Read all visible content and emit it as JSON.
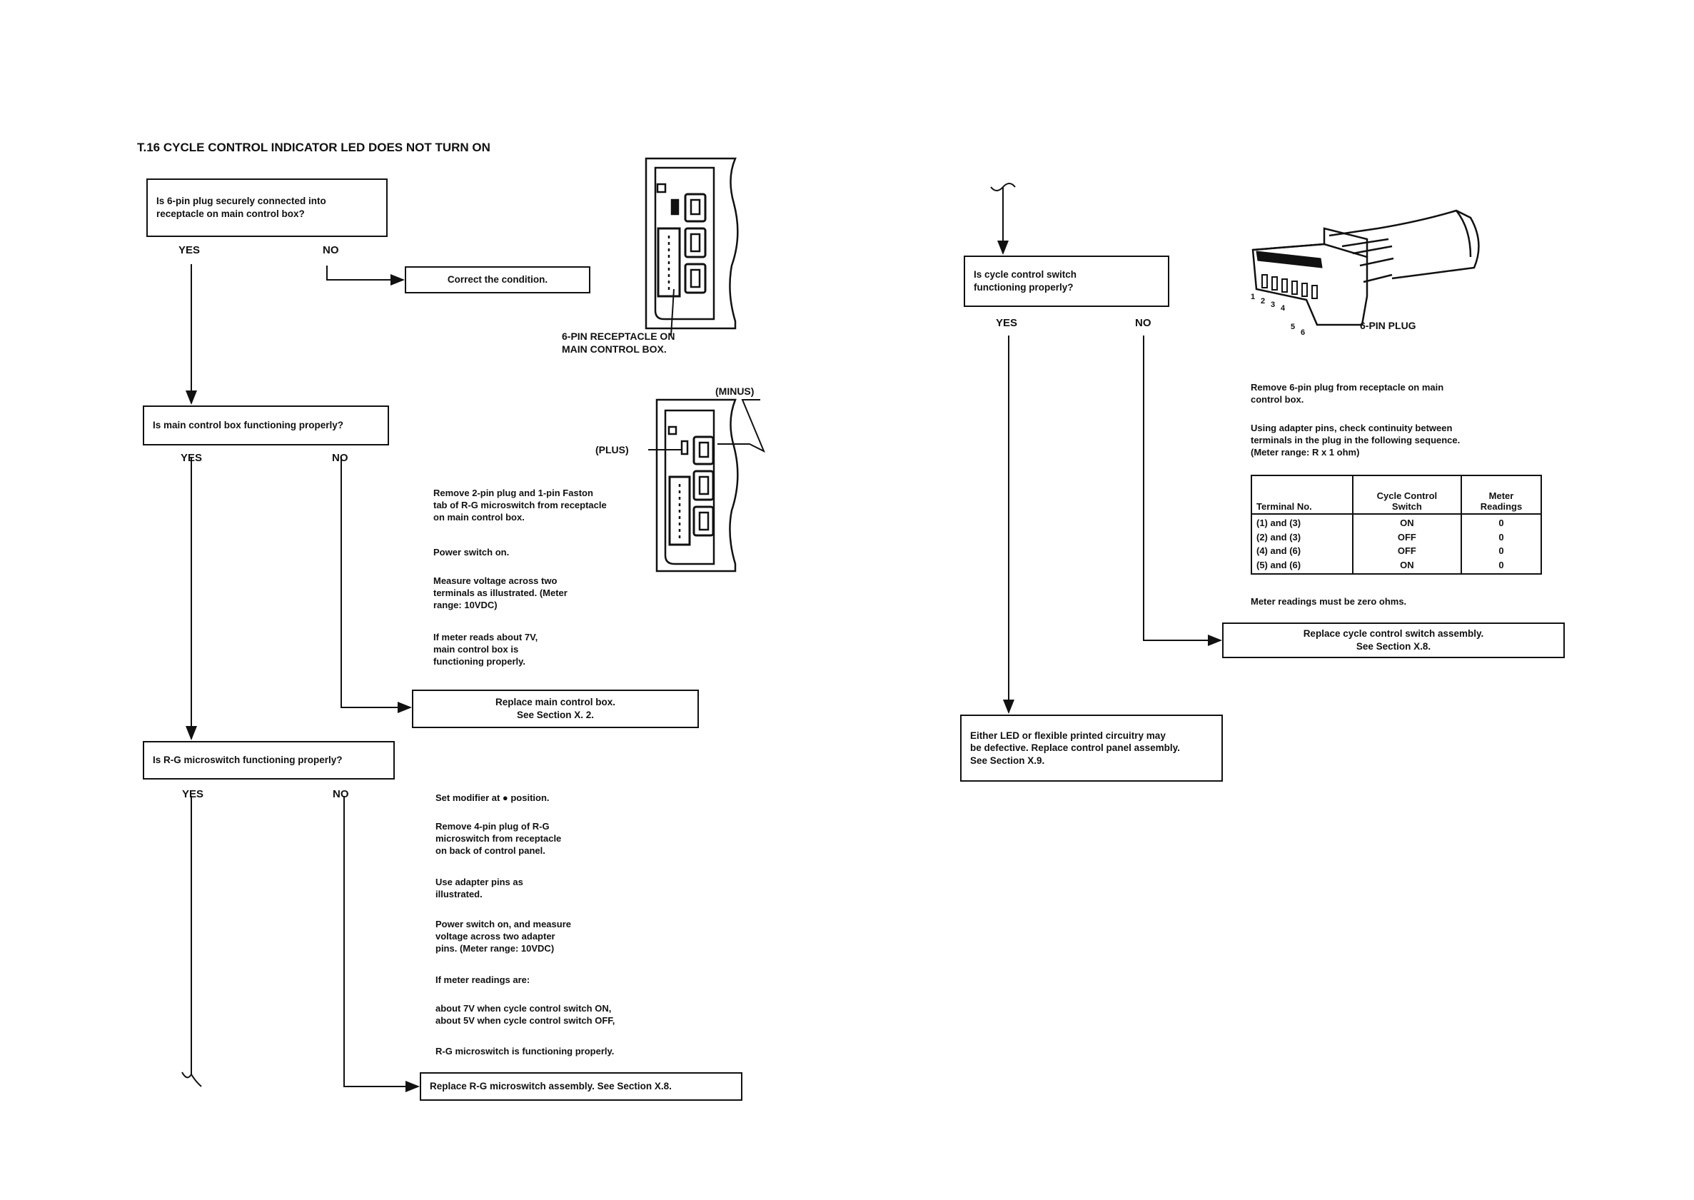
{
  "title": "T.16    CYCLE CONTROL INDICATOR LED DOES NOT TURN ON",
  "labels": {
    "yes": "YES",
    "no": "NO"
  },
  "flow": {
    "q1": "Is 6-pin plug securely connected into\nreceptacle on main control box?",
    "a1": "Correct the condition.",
    "q2": "Is main control box functioning properly?",
    "a2": "Replace main control box.\nSee Section X. 2.",
    "q3": "Is R-G microswitch functioning properly?",
    "a3": "Replace R-G microswitch assembly.   See Section  X.8.",
    "q4": "Is cycle control switch\nfunctioning properly?",
    "a4": "Replace cycle control switch assembly.\nSee Section  X.8.",
    "a5": "Either LED or flexible printed circuitry may\nbe defective. Replace control panel assembly.\nSee Section  X.9."
  },
  "figures": {
    "receptacle_caption": "6-PIN RECEPTACLE ON\nMAIN CONTROL BOX.",
    "minus": "(MINUS)",
    "plus": "(PLUS)",
    "plug_caption": "6-PIN PLUG",
    "pins": [
      "1",
      "2",
      "3",
      "4",
      "5",
      "6"
    ]
  },
  "notes": {
    "mcb": [
      "Remove 2-pin plug and 1-pin Faston\ntab of R-G microswitch from receptacle\non main control box.",
      "Power switch on.",
      "Measure voltage across two\nterminals as illustrated. (Meter\nrange: 10VDC)",
      "If meter reads about 7V,\nmain control box is\nfunctioning properly."
    ],
    "rg": [
      "Set modifier at ● position.",
      "Remove 4-pin plug of R-G\nmicroswitch from receptacle\non back of control panel.",
      "Use adapter pins as\nillustrated.",
      "Power switch on, and measure\nvoltage across two adapter\npins. (Meter range: 10VDC)",
      "If meter readings are:",
      "about 7V when cycle control switch ON,\nabout 5V when cycle control switch OFF,",
      "R-G microswitch is functioning properly."
    ],
    "ccs": [
      "Remove 6-pin plug from receptacle on main\ncontrol box.",
      "Using adapter pins, check continuity between\nterminals in the plug in the following sequence.\n(Meter range: R x 1 ohm)"
    ],
    "ccs_after": "Meter readings must be zero ohms."
  },
  "table": {
    "headers": [
      "Terminal No.",
      "Cycle Control\nSwitch",
      "Meter\nReadings"
    ],
    "rows": [
      [
        "(1) and (3)",
        "ON",
        "0"
      ],
      [
        "(2) and (3)",
        "OFF",
        "0"
      ],
      [
        "(4) and (6)",
        "OFF",
        "0"
      ],
      [
        "(5) and (6)",
        "ON",
        "0"
      ]
    ]
  }
}
